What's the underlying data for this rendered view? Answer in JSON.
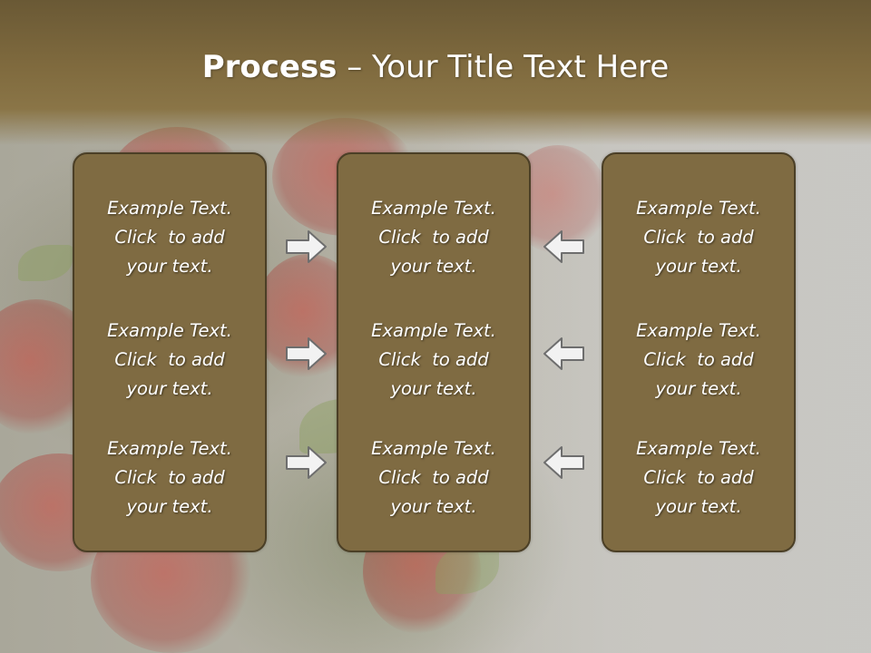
{
  "slide": {
    "title_bold": "Process",
    "title_rest": " – Your Title Text Here",
    "columns": [
      {
        "blocks": [
          [
            "Example Text.",
            "Click  to add",
            "your text."
          ],
          [
            "Example Text.",
            "Click  to add",
            "your text."
          ],
          [
            "Example Text.",
            "Click  to add",
            "your text."
          ]
        ]
      },
      {
        "blocks": [
          [
            "Example Text.",
            "Click  to add",
            "your text."
          ],
          [
            "Example Text.",
            "Click  to add",
            "your text."
          ],
          [
            "Example Text.",
            "Click  to add",
            "your text."
          ]
        ]
      },
      {
        "blocks": [
          [
            "Example Text.",
            "Click  to add",
            "your text."
          ],
          [
            "Example Text.",
            "Click  to add",
            "your text."
          ],
          [
            "Example Text.",
            "Click  to add",
            "your text."
          ]
        ]
      }
    ],
    "arrows_left": [
      "right-arrow-icon",
      "right-arrow-icon",
      "right-arrow-icon"
    ],
    "arrows_right": [
      "left-arrow-icon",
      "left-arrow-icon",
      "left-arrow-icon"
    ]
  },
  "colors": {
    "title_bar": "#7f6a3e",
    "box_fill": "#7f6b42",
    "box_border": "#4b3f26",
    "text": "#ffffff",
    "arrow_fill": "#f2f2f2",
    "arrow_stroke": "#6e6e6e"
  }
}
